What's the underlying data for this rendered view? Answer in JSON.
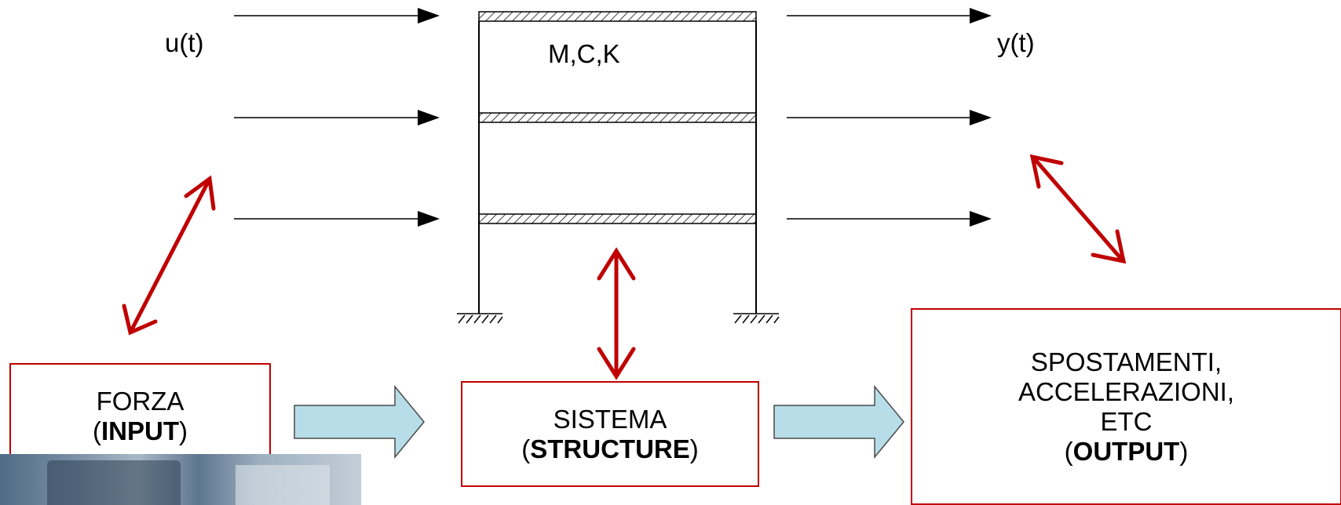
{
  "labels": {
    "input_signal": "u(t)",
    "system_params": "M,C,K",
    "output_signal": "y(t)"
  },
  "boxes": {
    "input": {
      "line1": "FORZA",
      "open": "(",
      "bold": "INPUT",
      "close": ")"
    },
    "system": {
      "line1": "SISTEMA",
      "open": "(",
      "bold": "STRUCTURE",
      "close": ")"
    },
    "output": {
      "line1": "SPOSTAMENTI,",
      "line2": "ACCELERAZIONI,",
      "line3": "ETC",
      "open": "(",
      "bold": "OUTPUT",
      "close": ")"
    }
  },
  "colors": {
    "box_border": "#c00000",
    "double_arrow": "#c00000",
    "flow_arrow_fill": "#b7dde8",
    "line": "#000000"
  },
  "icons": {
    "flow_arrow": "block-arrow-right",
    "double_arrow": "double-headed-arrow",
    "ground_support": "hatched-fixed-support"
  }
}
